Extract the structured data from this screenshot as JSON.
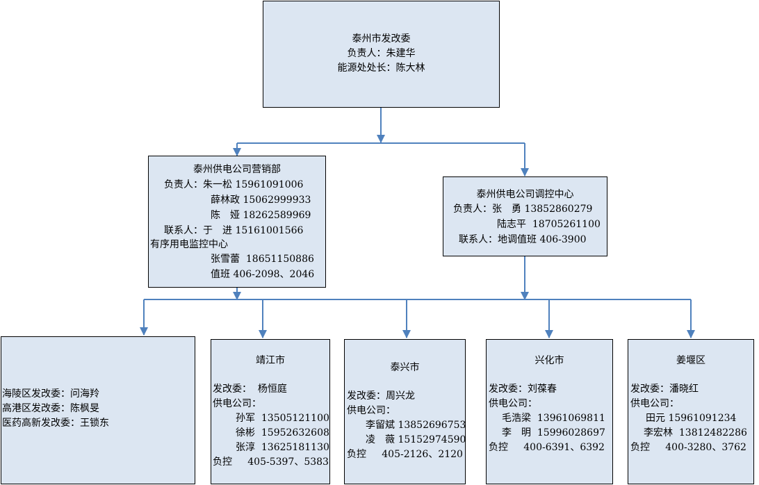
{
  "top": {
    "title": "泰州市发改委",
    "lines": [
      "负责人：朱建华",
      "能源处处长：陈大林"
    ]
  },
  "marketing": {
    "title": "泰州供电公司营销部",
    "l1": "负责人：朱一松 15961091006",
    "l2": "薛林政 15062999933",
    "l3": "陈　娅 18262589969",
    "l4": "联系人：于　进 15161001566",
    "l5": "有序用电监控中心",
    "l6": "张雪蕾  18651150886",
    "l7": "值班 406-2098、2046"
  },
  "dispatch": {
    "title": "泰州供电公司调控中心",
    "l1": "负责人：张　勇 13852860279",
    "l2": "陆志平  18705261100",
    "l3": "联系人：地调值班 406-3900"
  },
  "hailing": {
    "lines": [
      "海陵区发改委：问海羚",
      "高港区发改委：陈枫旻",
      "医药高新发改委：王锁东"
    ]
  },
  "jingjiang": {
    "title": "靖江市",
    "l1": "发改委：  杨恒庭",
    "l2": "供电公司：",
    "l3": "孙军  13505121100",
    "l4": "徐彬  15952632608",
    "l5": "张淳  13625181130",
    "l6": "负控     405-5397、5383"
  },
  "taixing": {
    "title": "泰兴市",
    "l1": "发改委：周兴龙",
    "l2": "供电公司：",
    "l3": "李留斌 13852696753",
    "l4": "凌　薇 15152974590",
    "l5": "负控     405-2126、2120"
  },
  "xinghua": {
    "title": "兴化市",
    "l1": "发改委：刘葆春",
    "l2": "供电公司：",
    "l3": "毛浩梁  13961069811",
    "l4": "李　明  15996028697",
    "l5": "负控     400-6391、6392"
  },
  "jiangyan": {
    "title": "姜堰区",
    "l1": "发改委：潘晓红",
    "l2": "供电公司：",
    "l3": "田元 15961091234",
    "l4": "李宏林  13812482286",
    "l5": "负控     400-3280、3762"
  },
  "colors": {
    "box_fill": "#dce6f2",
    "box_border": "#000000",
    "connector": "#4f81bd"
  }
}
